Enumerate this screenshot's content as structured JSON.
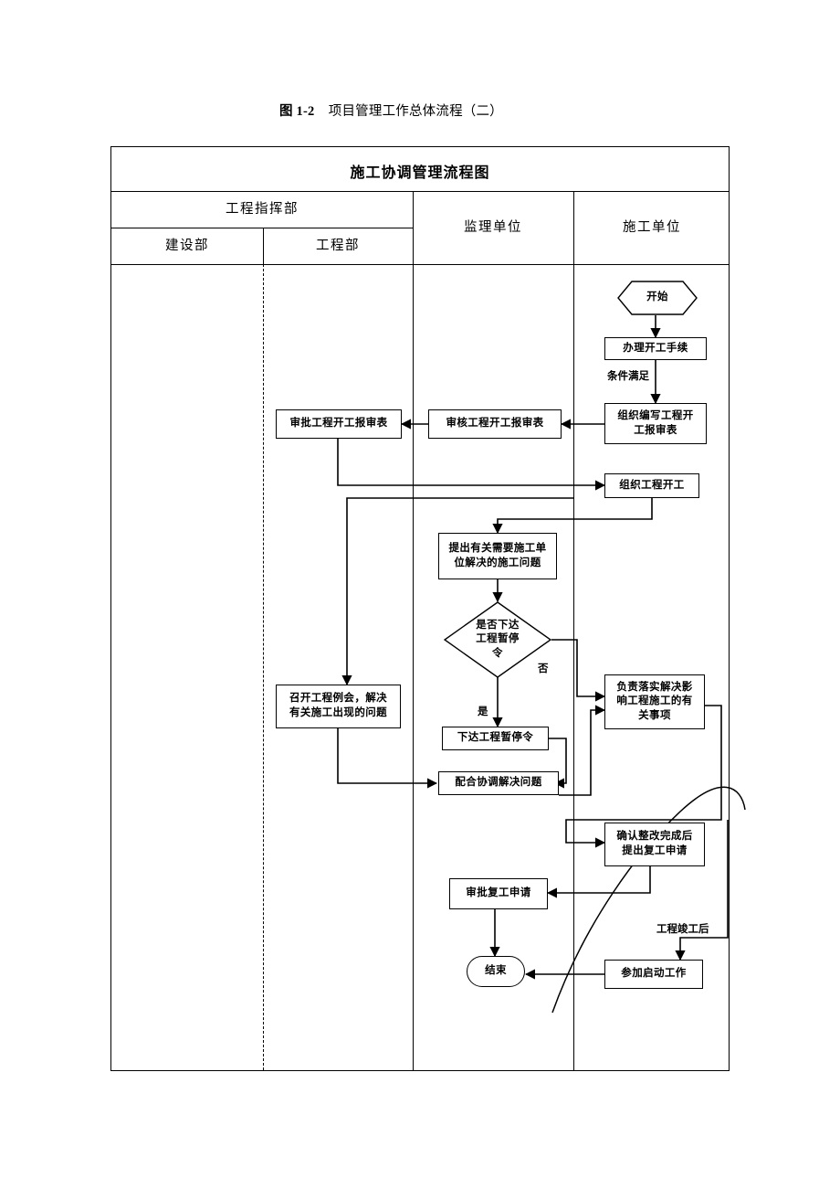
{
  "caption": {
    "figure_number": "图 1-2",
    "text": "项目管理工作总体流程（二）"
  },
  "table": {
    "title": "施工协调管理流程图",
    "group_header": "工程指挥部",
    "columns": [
      {
        "label": "建设部",
        "parent": "工程指挥部"
      },
      {
        "label": "工程部",
        "parent": "工程指挥部"
      },
      {
        "label": "监理单位",
        "parent": null
      },
      {
        "label": "施工单位",
        "parent": null
      }
    ]
  },
  "flowchart": {
    "type": "swimlane-flowchart",
    "nodes": [
      {
        "id": "start",
        "label": "开始",
        "shape": "hexagon",
        "lane": "施工单位"
      },
      {
        "id": "proc_start",
        "label": "办理开工手续",
        "shape": "rectangle",
        "lane": "施工单位"
      },
      {
        "id": "write_form",
        "label": "组织编写工程开\n工报审表",
        "shape": "rectangle",
        "lane": "施工单位"
      },
      {
        "id": "review_form",
        "label": "审核工程开工报审表",
        "shape": "rectangle",
        "lane": "监理单位"
      },
      {
        "id": "approve_form",
        "label": "审批工程开工报审表",
        "shape": "rectangle",
        "lane": "工程部"
      },
      {
        "id": "org_start",
        "label": "组织工程开工",
        "shape": "rectangle",
        "lane": "施工单位"
      },
      {
        "id": "raise_issue",
        "label": "提出有关需要施工单\n位解决的施工问题",
        "shape": "rectangle",
        "lane": "监理单位"
      },
      {
        "id": "decide_stop",
        "label": "是否下达\n工程暂停\n令",
        "shape": "diamond",
        "lane": "监理单位"
      },
      {
        "id": "issue_stop",
        "label": "下达工程暂停令",
        "shape": "rectangle",
        "lane": "监理单位"
      },
      {
        "id": "meeting",
        "label": "召开工程例会，解决\n有关施工出现的问题",
        "shape": "rectangle",
        "lane": "工程部"
      },
      {
        "id": "coordinate",
        "label": "配合协调解决问题",
        "shape": "rectangle",
        "lane": "监理单位"
      },
      {
        "id": "responsible",
        "label": "负责落实解决影\n响工程施工的有\n关事项",
        "shape": "rectangle",
        "lane": "施工单位"
      },
      {
        "id": "confirm_fix",
        "label": "确认整改完成后\n提出复工申请",
        "shape": "rectangle",
        "lane": "施工单位"
      },
      {
        "id": "approve_res",
        "label": "审批复工申请",
        "shape": "rectangle",
        "lane": "监理单位"
      },
      {
        "id": "join_startup",
        "label": "参加启动工作",
        "shape": "rectangle",
        "lane": "施工单位"
      },
      {
        "id": "end",
        "label": "结束",
        "shape": "terminator",
        "lane": "监理单位"
      }
    ],
    "edge_labels": [
      {
        "id": "cond_met",
        "label": "条件满足",
        "between": "proc_start → write_form"
      },
      {
        "id": "yes",
        "label": "是",
        "between": "decide_stop → issue_stop"
      },
      {
        "id": "no",
        "label": "否",
        "between": "decide_stop → responsible"
      },
      {
        "id": "after_finish",
        "label": "工程竣工后",
        "between": "→ join_startup"
      }
    ],
    "colors": {
      "line": "#000000",
      "node_fill": "#ffffff",
      "text": "#000000"
    }
  }
}
